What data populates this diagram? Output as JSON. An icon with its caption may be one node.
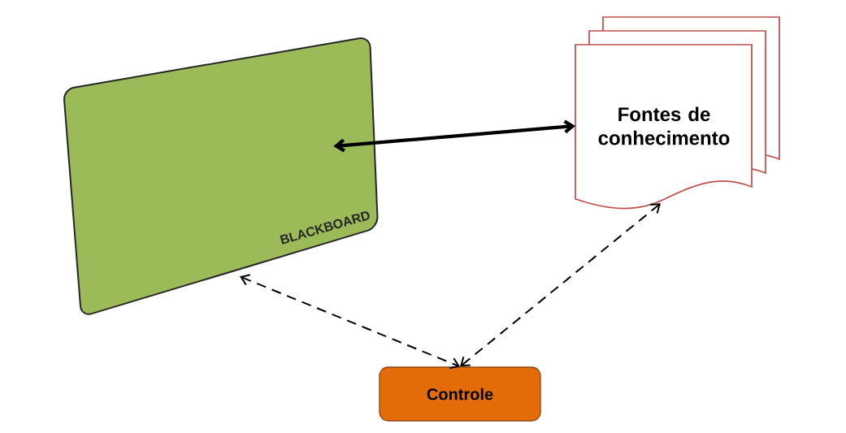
{
  "diagram": {
    "nodes": [
      {
        "text": [
          "BLACKBOARD"
        ]
      },
      {
        "text": [
          "Fontes de conhecimento"
        ]
      },
      {
        "text": [
          "Controle"
        ]
      }
    ],
    "edges": [
      {
        "from": 0,
        "to": 1,
        "arrow": "both",
        "style": "thick"
      },
      {
        "from": 0,
        "to": 2,
        "arrow": "both",
        "style": "dashed"
      },
      {
        "from": 1,
        "to": 2,
        "arrow": "both",
        "style": "dashed"
      }
    ]
  }
}
